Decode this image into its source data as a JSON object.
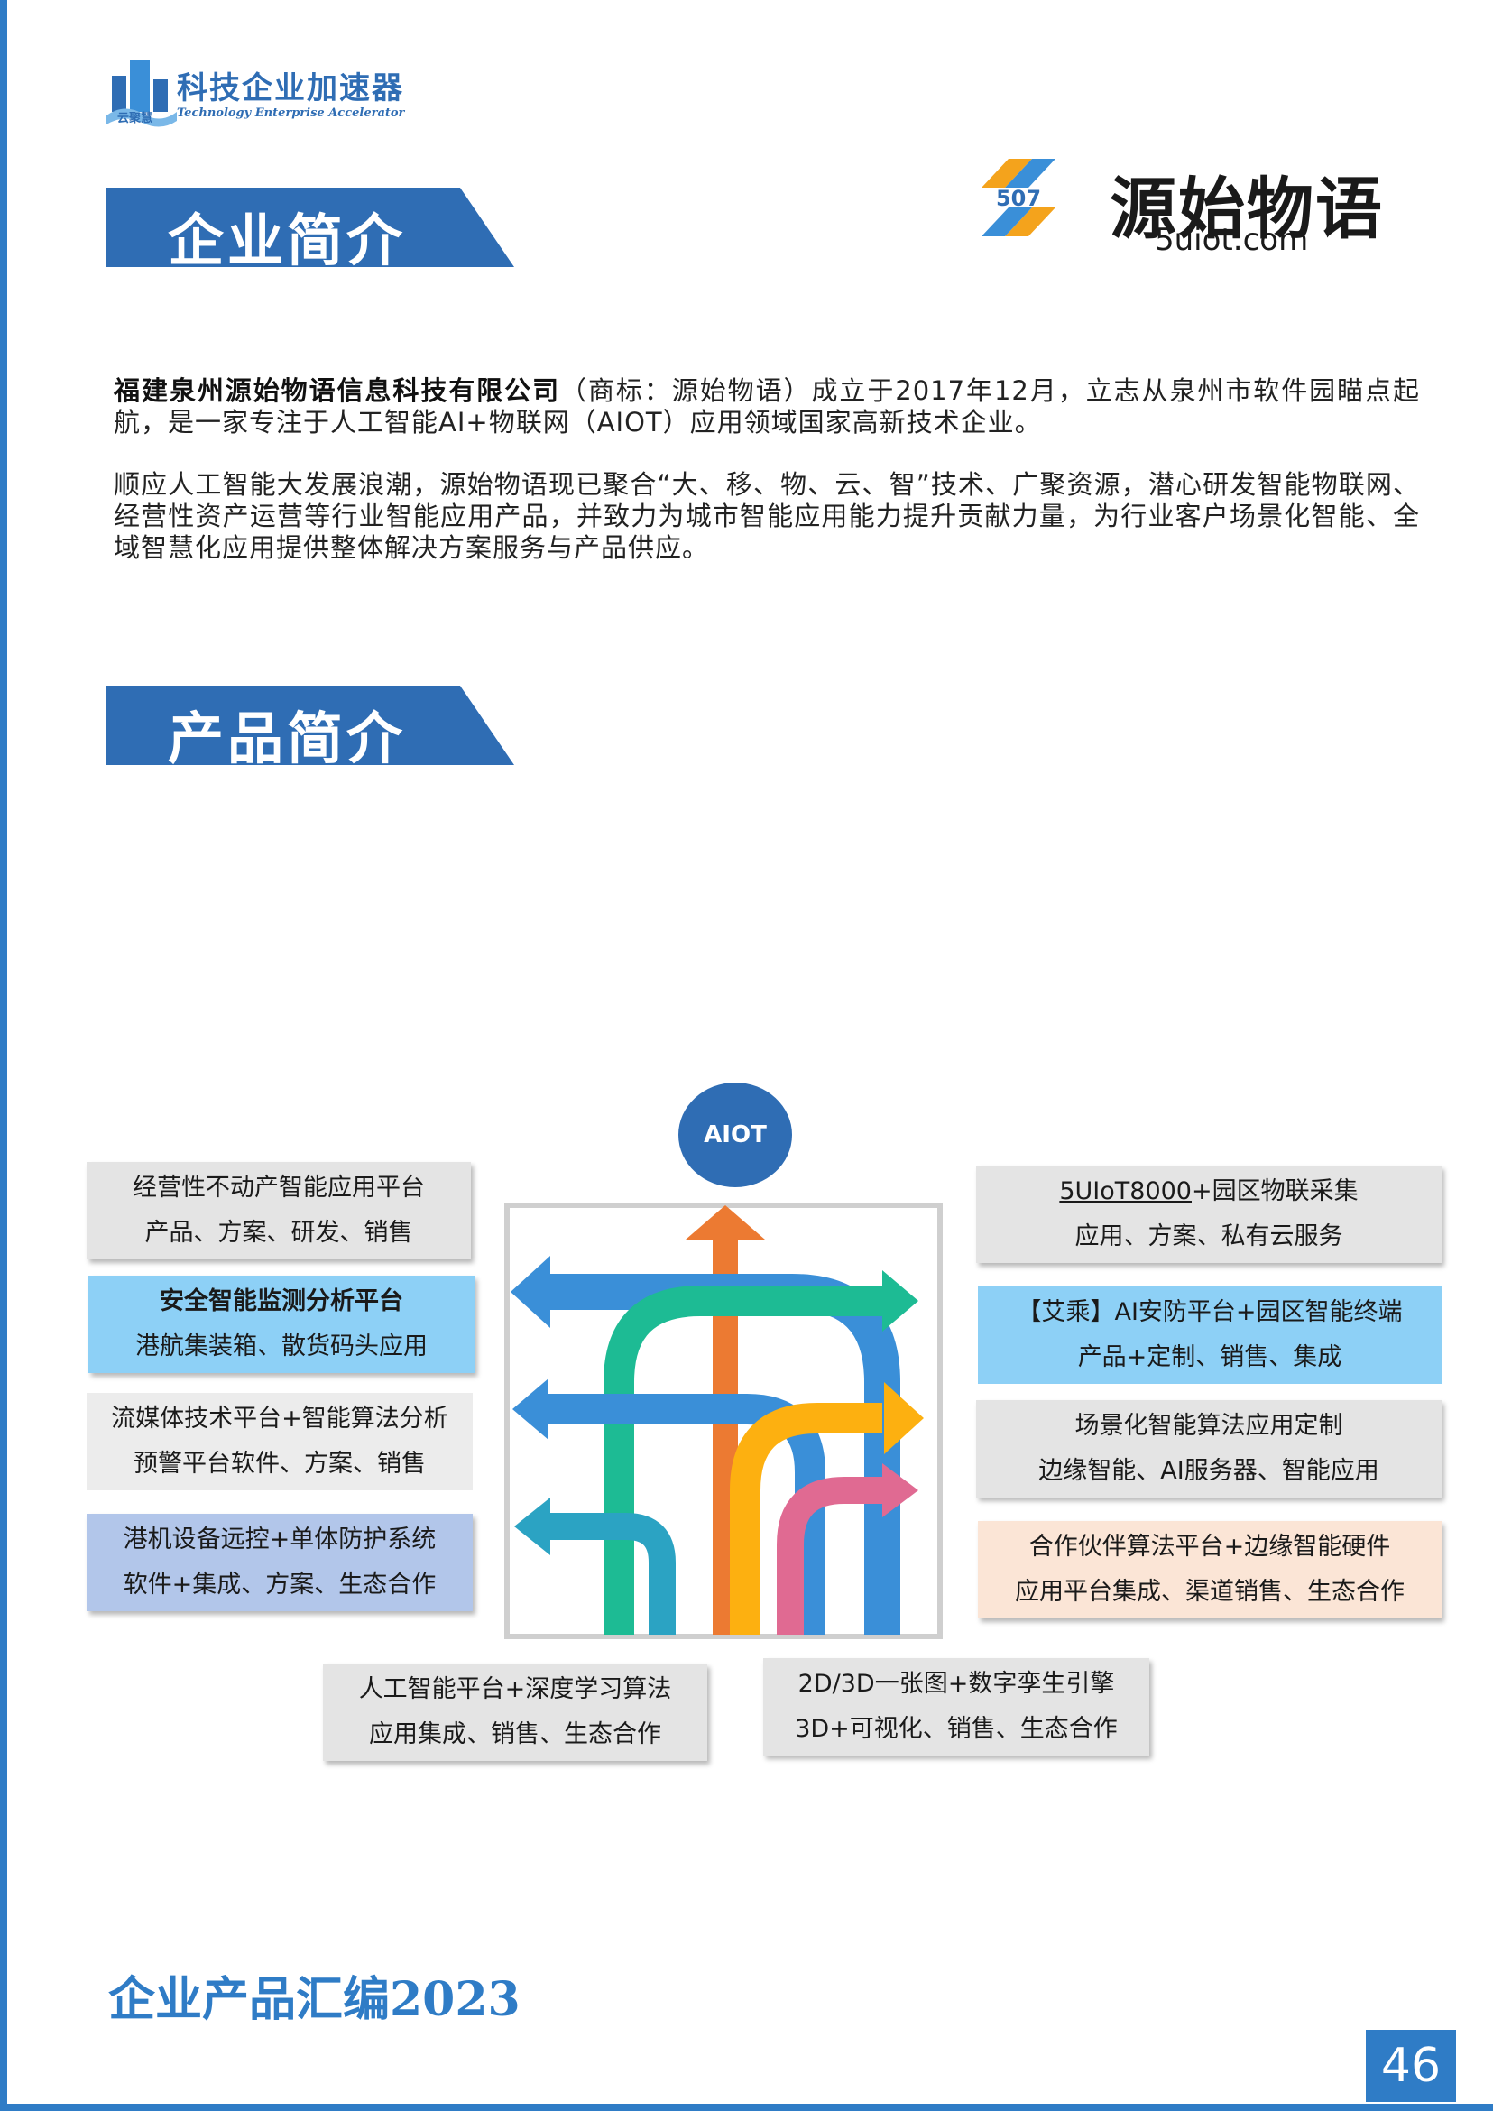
{
  "header": {
    "brand_cn": "科技企业加速器",
    "brand_en": "Technology Enterprise Accelerator",
    "brand_sub": "云聚慧"
  },
  "company_logo": {
    "name_cn": "源始物语",
    "domain": "5uiot.com"
  },
  "sections": {
    "company_intro": "企业简介",
    "product_intro": "产品简介"
  },
  "intro": {
    "company_name": "福建泉州源始物语信息科技有限公司",
    "para1_rest": "（商标：源始物语）成立于2017年12月，立志从泉州市软件园瞄点起航，是一家专注于人工智能AI+物联网（AIOT）应用领域国家高新技术企业。",
    "para2": "顺应人工智能大发展浪潮，源始物语现已聚合“大、移、物、云、智”技术、广聚资源，潜心研发智能物联网、经营性资产运营等行业智能应用产品，并致力为城市智能应用能力提升贡献力量，为行业客户场景化智能、全域智慧化应用提供整体解决方案服务与产品供应。"
  },
  "diagram": {
    "center_label": "AIOT",
    "left_cards": [
      {
        "line1": "经营性不动产智能应用平台",
        "line2": "产品、方案、研发、销售"
      },
      {
        "line1": "安全智能监测分析平台",
        "line2": "港航集装箱、散货码头应用"
      },
      {
        "line1": "流媒体技术平台+智能算法分析",
        "line2": "预警平台软件、方案、销售"
      },
      {
        "line1": "港机设备远控+单体防护系统",
        "line2": "软件+集成、方案、生态合作"
      }
    ],
    "right_cards": [
      {
        "line1_u": "5UIoT8000",
        "line1_rest": "+园区物联采集",
        "line2": "应用、方案、私有云服务"
      },
      {
        "line1": "【艾乘】AI安防平台+园区智能终端",
        "line2": "产品+定制、销售、集成"
      },
      {
        "line1": "场景化智能算法应用定制",
        "line2": "边缘智能、AI服务器、智能应用"
      },
      {
        "line1": "合作伙伴算法平台+边缘智能硬件",
        "line2": "应用平台集成、渠道销售、生态合作"
      }
    ],
    "bottom_cards": [
      {
        "line1": "人工智能平台+深度学习算法",
        "line2": "应用集成、销售、生态合作"
      },
      {
        "line1": "2D/3D一张图+数字孪生引擎",
        "line2": "3D+可视化、销售、生态合作"
      }
    ]
  },
  "footer": {
    "title": "企业产品汇编2023",
    "page": "46"
  },
  "colors": {
    "brand_blue": "#2f7cc6",
    "banner_blue": "#2f6db4",
    "arrow_orange": "#ec7a32",
    "arrow_teal": "#1dbb94",
    "arrow_yellow": "#fdb010",
    "arrow_pink": "#e06a92",
    "arrow_blue": "#3a8fd8",
    "arrow_cyan": "#2ba3c3"
  }
}
